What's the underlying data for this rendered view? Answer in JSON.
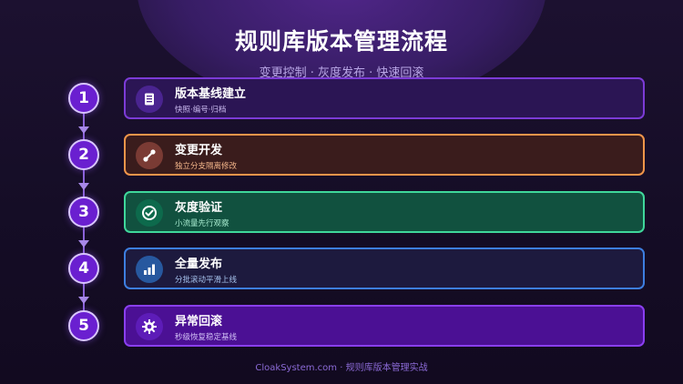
{
  "header": {
    "title": "规则库版本管理流程",
    "subtitle": "变更控制 · 灰度发布 · 快速回滚"
  },
  "steps": [
    {
      "number": "1",
      "label": "版本基线建立",
      "desc": "快照·编号·归档",
      "icon": "document-list-icon",
      "accent": "#7c3bd6"
    },
    {
      "number": "2",
      "label": "变更开发",
      "desc": "独立分支隔离修改",
      "icon": "branch-icon",
      "accent": "#f0954a"
    },
    {
      "number": "3",
      "label": "灰度验证",
      "desc": "小流量先行观察",
      "icon": "check-circle-icon",
      "accent": "#3fd79b"
    },
    {
      "number": "4",
      "label": "全量发布",
      "desc": "分批滚动平滑上线",
      "icon": "bar-chart-icon",
      "accent": "#3d7ee0"
    },
    {
      "number": "5",
      "label": "异常回滚",
      "desc": "秒级恢复稳定基线",
      "icon": "gear-icon",
      "accent": "#8a3ff0"
    }
  ],
  "footer": {
    "text": "CloakSystem.com · 规则库版本管理实战"
  }
}
